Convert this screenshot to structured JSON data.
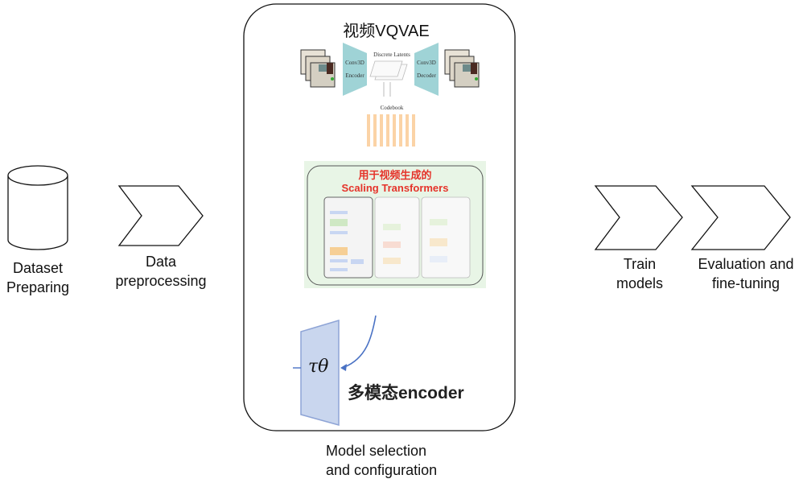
{
  "stages": {
    "dataset": {
      "line1": "Dataset",
      "line2": "Preparing"
    },
    "preprocessing": {
      "line1": "Data",
      "line2": "preprocessing"
    },
    "model": {
      "line1": "Model selection",
      "line2": "and configuration"
    },
    "train": {
      "line1": "Train",
      "line2": "models"
    },
    "eval": {
      "line1": "Evaluation and",
      "line2": "fine-tuning"
    }
  },
  "vqvae": {
    "title": "视频VQVAE",
    "encoder_line1": "Conv3D",
    "encoder_line2": "Encoder",
    "decoder_line1": "Conv3D",
    "decoder_line2": "Decoder",
    "latents": "Discrete Latents",
    "codebook": "Codebook"
  },
  "transformer": {
    "title_line1": "用于视频生成的",
    "title_line2": "Scaling Transformers"
  },
  "encoder": {
    "symbol": "τθ",
    "label": "多模态encoder"
  },
  "colors": {
    "codebook": "#fbd3a6",
    "conv": "#9fd3d6",
    "transformer_title": "#e5332a",
    "panel_bg": "#e8f5e6",
    "encoder_fill": "#c9d6ee",
    "arrow": "#4a72c4"
  }
}
